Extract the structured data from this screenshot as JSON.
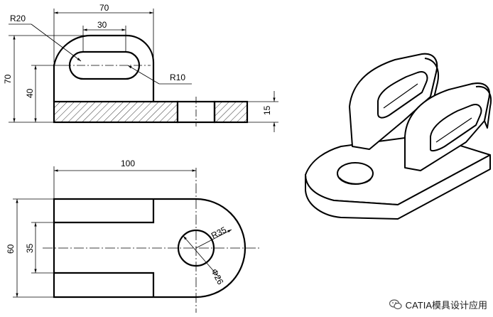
{
  "drawing": {
    "top_view": {
      "dim_width_total": "70",
      "dim_slot_length": "30",
      "dim_outer_radius": "R20",
      "dim_slot_radius": "R10",
      "dim_height_total": "70",
      "dim_height_slot": "40",
      "dim_base_thickness": "15"
    },
    "bottom_view": {
      "dim_length": "100",
      "dim_width": "60",
      "dim_gap": "35",
      "dim_round_end": "R35",
      "dim_hole_diameter": "Φ26"
    }
  },
  "watermark": {
    "text": "CATIA模具设计应用"
  }
}
